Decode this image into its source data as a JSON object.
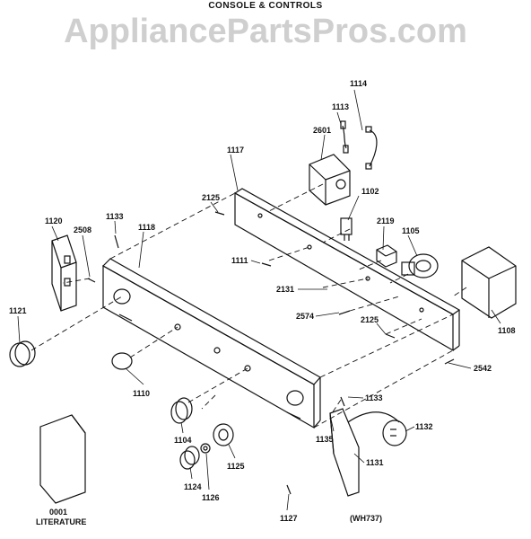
{
  "header": {
    "title": "CONSOLE & CONTROLS",
    "watermark": "AppliancePartsPros.com"
  },
  "footer": {
    "code": "(WH737)"
  },
  "literature": {
    "number": "0001",
    "label": "LITERATURE"
  },
  "parts": {
    "p1114": "1114",
    "p1113": "1113",
    "p2601": "2601",
    "p1117": "1117",
    "p2125a": "2125",
    "p1102": "1102",
    "p2119": "2119",
    "p1105": "1105",
    "p1120": "1120",
    "p2508": "2508",
    "p1133a": "1133",
    "p1118": "1118",
    "p1111": "1111",
    "p2131": "2131",
    "p2574": "2574",
    "p2125b": "2125",
    "p1108": "1108",
    "p1121": "1121",
    "p2542": "2542",
    "p1110": "1110",
    "p1133b": "1133",
    "p1132": "1132",
    "p1104": "1104",
    "p1135": "1135",
    "p1131": "1131",
    "p1125": "1125",
    "p1124": "1124",
    "p1126": "1126",
    "p1127": "1127"
  }
}
